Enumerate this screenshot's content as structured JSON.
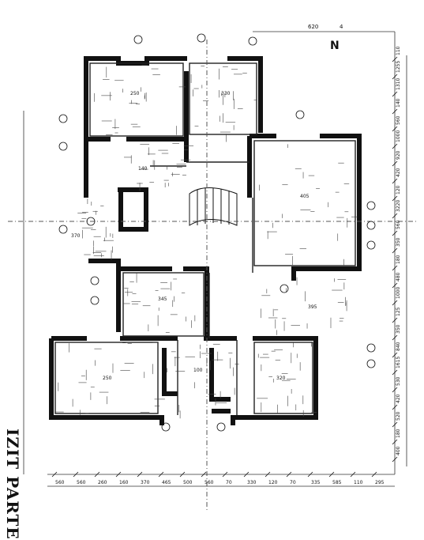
{
  "drawing": {
    "title_vertical": "IZIT PARTE",
    "ink_color": "#111111",
    "paper_color": "#ffffff"
  },
  "dimensions": {
    "top": [
      "620",
      "4"
    ],
    "right": [
      "110",
      "1255",
      "1310",
      "140",
      "560",
      "1000",
      "920",
      "420",
      "120",
      "3220",
      "560",
      "350",
      "180",
      "480",
      "1000",
      "125",
      "350",
      "840",
      "1615",
      "530",
      "420",
      "520",
      "180",
      "400"
    ],
    "bottom": [
      "560",
      "560",
      "260",
      "160",
      "370",
      "465",
      "500",
      "560",
      "70",
      "330",
      "120",
      "70",
      "335",
      "585",
      "110",
      "295"
    ]
  },
  "rooms": [
    {
      "label": "250"
    },
    {
      "label": "330"
    },
    {
      "label": "405"
    },
    {
      "label": "345"
    },
    {
      "label": "250"
    },
    {
      "label": "100"
    },
    {
      "label": "320"
    },
    {
      "label": "140"
    },
    {
      "label": "370"
    },
    {
      "label": "395"
    }
  ],
  "annotations": {
    "stair_label": "",
    "north_marker": "N"
  }
}
